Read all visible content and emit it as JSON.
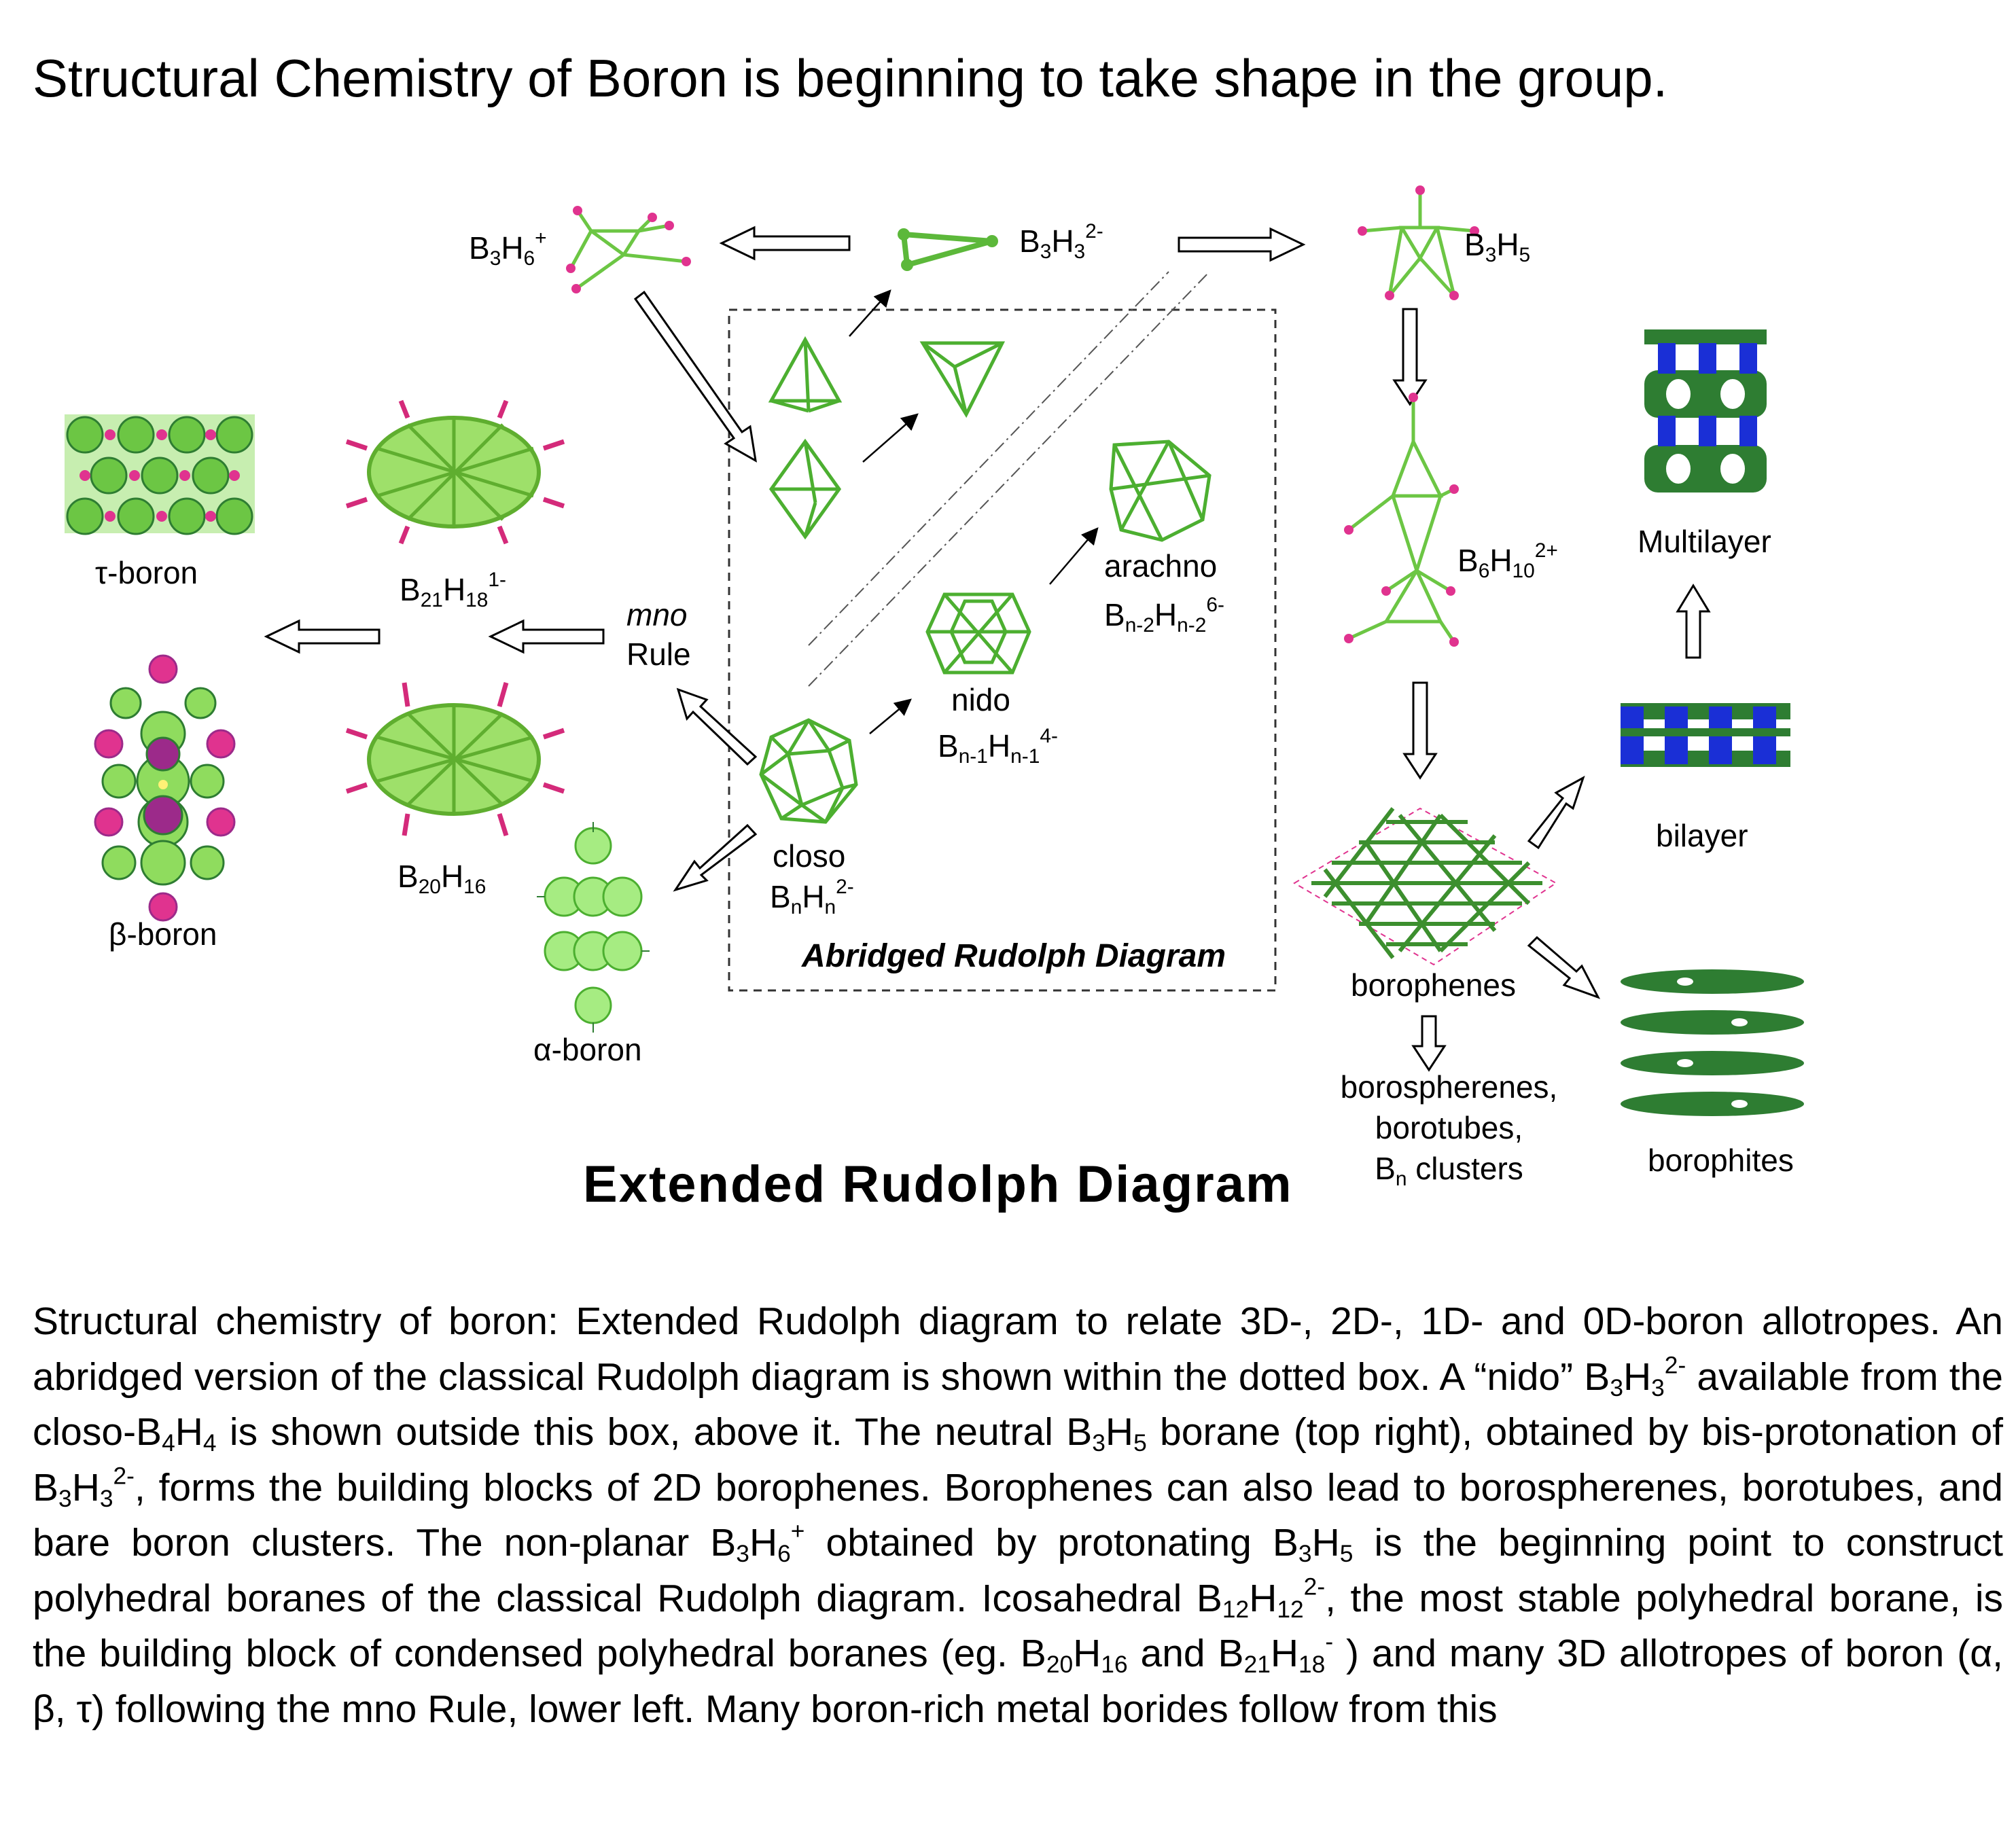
{
  "headline": "Structural Chemistry of Boron is beginning to take shape in the group.",
  "labels": {
    "b3h6": {
      "base": "B",
      "s1": "3",
      "h": "H",
      "s2": "6",
      "charge": "+"
    },
    "b3h3": {
      "base": "B",
      "s1": "3",
      "h": "H",
      "s2": "3",
      "charge": "2-"
    },
    "b3h5": {
      "base": "B",
      "s1": "3",
      "h": "H",
      "s2": "5"
    },
    "b6h10": {
      "base": "B",
      "s1": "6",
      "h": "H",
      "s2": "10",
      "charge": "2+"
    },
    "b21h18": {
      "base": "B",
      "s1": "21",
      "h": "H",
      "s2": "18",
      "charge": "1-"
    },
    "b20h16": {
      "base": "B",
      "s1": "20",
      "h": "H",
      "s2": "16"
    },
    "tau_boron": "τ-boron",
    "beta_boron": "β-boron",
    "alpha_boron": "α-boron",
    "mno": "mno",
    "rule": "Rule",
    "arachno": "arachno",
    "arachno_formula": {
      "b": "B",
      "bs": "n-2",
      "h": "H",
      "hs": "n-2",
      "charge": "6-"
    },
    "nido": "nido",
    "nido_formula": {
      "b": "B",
      "bs": "n-1",
      "h": "H",
      "hs": "n-1",
      "charge": "4-"
    },
    "closo": "closo",
    "closo_formula": {
      "b": "B",
      "bs": "n",
      "h": "H",
      "hs": "n",
      "charge": "2-"
    },
    "abridged": "Abridged Rudolph Diagram",
    "multilayer": "Multilayer",
    "bilayer": "bilayer",
    "borophenes": "borophenes",
    "borospherenes_1": "borospherenes,",
    "borospherenes_2": "borotubes,",
    "borospherenes_3_b": "B",
    "borospherenes_3_sub": "n",
    "borospherenes_3_rest": " clusters",
    "borophites": "borophites",
    "extended": "Extended Rudolph Diagram"
  },
  "caption": {
    "p1": "Structural chemistry of boron: Extended Rudolph diagram to relate 3D-, 2D-, 1D- and 0D-boron allotropes. An abridged version of the classical Rudolph diagram is shown within the dotted box. A “nido” B",
    "p1_s1": "3",
    "p1_h": "H",
    "p1_s2": "3",
    "p1_c": "2-",
    "p2": " available from the closo-B",
    "p2_s1": "4",
    "p2_h": "H",
    "p2_s2": "4",
    "p3": " is shown outside this box, above it.  The neutral B",
    "p3_s1": "3",
    "p3_h": "H",
    "p3_s2": "5",
    "p4": " borane (top right), obtained by bis-protonation of B",
    "p4_s1": "3",
    "p4_h": "H",
    "p4_s2": "3",
    "p4_c": "2-",
    "p5": ", forms the building blocks of 2D borophenes. Borophenes can also lead to borospherenes, borotubes, and bare boron clusters. The non-planar B",
    "p5_s1": "3",
    "p5_h": "H",
    "p5_s2": "6",
    "p5_c": "+",
    "p6": " obtained by protonating B",
    "p6_s1": "3",
    "p6_h": "H",
    "p6_s2": "5",
    "p7": " is the beginning point to construct polyhedral boranes of the classical Rudolph diagram. Icosahedral B",
    "p7_s1": "12",
    "p7_h": "H",
    "p7_s2": "12",
    "p7_c": "2-",
    "p8": ", the most stable polyhedral borane, is the building block of condensed polyhedral boranes (eg. B",
    "p8_s1": "20",
    "p8_h": "H",
    "p8_s2": "16",
    "p9": " and B",
    "p9_s1": "21",
    "p9_h": "H",
    "p9_s2": "18",
    "p9_c": "-",
    "p10": " ) and many 3D allotropes of boron (α, β, τ) following the mno Rule, lower left. Many boron-rich metal borides follow from this"
  },
  "colors": {
    "boron_green": "#6cc644",
    "boron_dark": "#2e7d32",
    "hydrogen_pink": "#e0338f",
    "blue": "#1a2fd6"
  },
  "icons": [
    "b3h6-cluster",
    "b3h3-triangle",
    "b3h5-cluster",
    "tetrahedron",
    "trigonal-bipyramid",
    "open-tetrahedron",
    "icosahedron",
    "nido-cluster",
    "arachno-cluster",
    "b6h10-cluster",
    "b21h18-cluster",
    "b20h16-cluster",
    "tau-boron-lattice",
    "beta-boron-lattice",
    "alpha-boron-lattice",
    "borophene-sheet",
    "bilayer-structure",
    "multilayer-structure",
    "borophite-stack"
  ]
}
